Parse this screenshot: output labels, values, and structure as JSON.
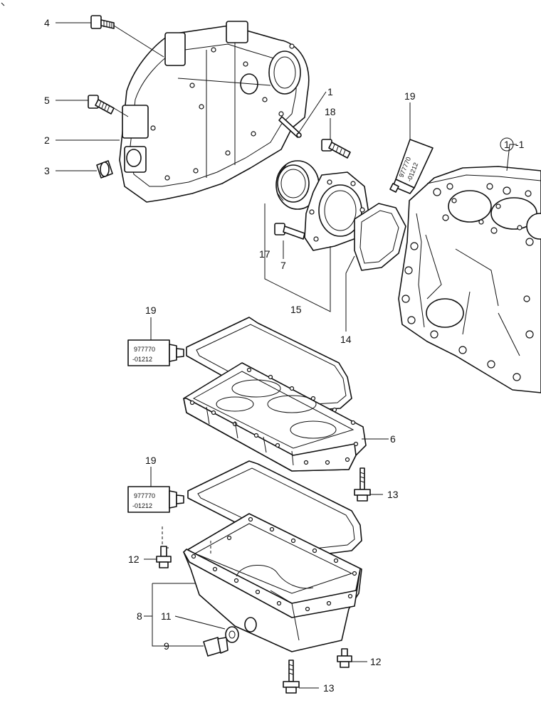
{
  "callouts": {
    "c1": "1",
    "c2": "2",
    "c3": "3",
    "c4": "4",
    "c5": "5",
    "c6": "6",
    "c7": "7",
    "c8": "8",
    "c9": "9",
    "c11": "11",
    "c12a": "12",
    "c12b": "12",
    "c13a": "13",
    "c13b": "13",
    "c14": "14",
    "c15": "15",
    "c17": "17",
    "c18": "18",
    "c19a": "19",
    "c19b": "19",
    "c19c": "19",
    "ref_circle": "1",
    "ref_suffix": "-1"
  },
  "sealant_tube": {
    "code_line1": "977770",
    "code_line2": "-01212"
  }
}
